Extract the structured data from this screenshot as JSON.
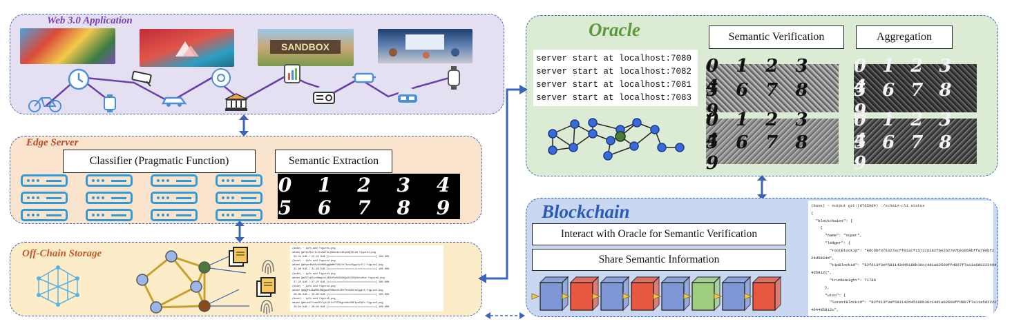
{
  "web3": {
    "title": "Web 3.0 Application"
  },
  "edge": {
    "title": "Edge Server",
    "classifier_label": "Classifier (Pragmatic Function)",
    "extraction_label": "Semantic Extraction",
    "digits_row1": "0 1 2 3 4",
    "digits_row2": "5 6 7 8 9"
  },
  "offchain": {
    "title": "Off-Chain Storage",
    "log_lines": [
      "(base) ~ ipfs add figure1.png",
      "added QmT1iFEzrtL2tsGaTSvj9ebnevJ4Kqx8QYGLbH figure1.png",
      " 24.44 KiB / 24.44 KiB [================================] 100.00%",
      "(base) ~ ipfs add figure2.png",
      "added QmXvwrMid8vkVzM8Egg8mMrYV9CYcTkzuzSgpz1z7CJ figure2.png",
      " 31.96 KiB / 31.96 KiB [================================] 100.00%",
      "(base) ~ ipfs add figure3.png",
      "added QmZ5TvAYLnd6mg1cLkKSvPuHoSXdXQu3t2ZRp3vrwSuc figure3.png",
      " 27.25 KiB / 27.25 KiB [================================] 100.00%",
      "(base) ~ ipfs add figure4.png",
      "added QmQQPXJ3qRMAJNNQmeCPKBbhVt3RYVfoSXdSrmjgXcS figure4.png",
      " 30.85 KiB / 30.85 KiB [================================] 100.00%",
      "(base) ~ ipfs add figure5.png",
      "added QmeLmuT7rmbZfVTyXLSr3t7STSUgnuGbzS8EkynZqPn figure5.png",
      " 26.04 KiB / 26.04 KiB [================================] 100.00%"
    ]
  },
  "oracle": {
    "title": "Oracle",
    "servers": [
      "server start at localhost:7080",
      "server start at localhost:7082",
      "server start at localhost:7081",
      "server start at localhost:7083"
    ],
    "verification_label": "Semantic Verification",
    "aggregation_label": "Aggregation",
    "digits_row1": "0 1 2 3 4",
    "digits_row2": "5 6 7 8 9"
  },
  "blockchain": {
    "title": "Blockchain",
    "interact_label": "Interact with Oracle for Semantic Verification",
    "share_label": "Share Semantic Information",
    "block_colors": [
      "#7e98d6",
      "#e8573f",
      "#7e98d6",
      "#e8573f",
      "#7e98d6",
      "#9fcf7e",
      "#7e98d6",
      "#e8573f"
    ],
    "cli_lines": [
      "(base) ~ output git:(d7659d4) ./xchain-cli status",
      "{",
      "  \"blockchains\": [",
      "    {",
      "      \"name\": \"xuper\",",
      "      \"ledger\": {",
      "        \"rootBlockid\": \"8dc6bf376327ecff01acf1571c6282f0e262707b91058bffa790bf2",
      "24d5804d\",",
      "        \"tipBlockid\": \"82f613f3ef581142d45186b36c14d1a02609ffd897f7a11a5d2222404",
      "4d5812c\",",
      "        \"trunkHeight\": 71786",
      "      },",
      "      \"utxo\": {",
      "        \"latestBlockid\": \"82f613f3ef581142d45186b36c14d1a02609ffd897f7a11a5d2222",
      "4044d5812c\","
    ]
  }
}
